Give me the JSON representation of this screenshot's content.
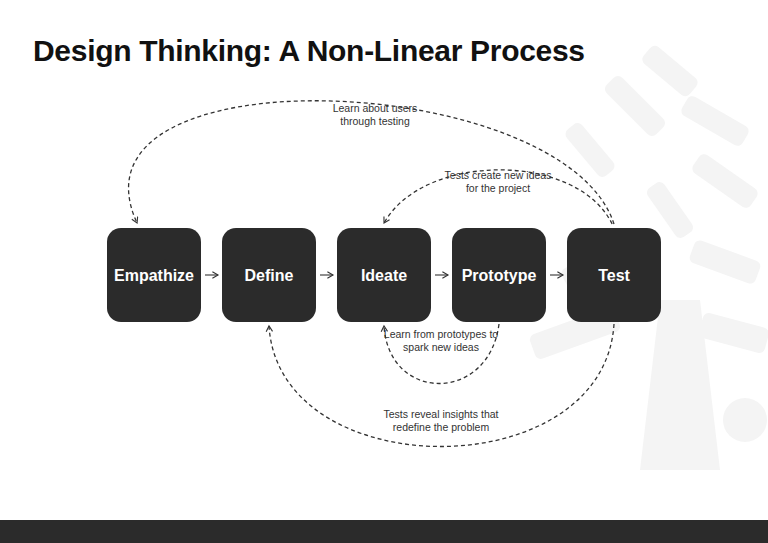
{
  "diagram": {
    "title": "Design Thinking: A Non-Linear Process",
    "nodes": [
      {
        "text": [
          "Empathize"
        ]
      },
      {
        "text": [
          "Define"
        ]
      },
      {
        "text": [
          "Ideate"
        ]
      },
      {
        "text": [
          "Prototype"
        ]
      },
      {
        "text": [
          "Test"
        ]
      }
    ],
    "edges": [
      {
        "from": 0,
        "to": 1,
        "arrow": "to"
      },
      {
        "from": 1,
        "to": 2,
        "arrow": "to"
      },
      {
        "from": 2,
        "to": 3,
        "arrow": "to"
      },
      {
        "from": 3,
        "to": 4,
        "arrow": "to"
      },
      {
        "from": 4,
        "to": 0,
        "label": "Learn about users through testing",
        "arrow": "to"
      },
      {
        "from": 4,
        "to": 2,
        "label": "Tests create new ideas for the project",
        "arrow": "to"
      },
      {
        "from": 3,
        "to": 2,
        "label": "Learn from prototypes to spark new ideas",
        "arrow": "to"
      },
      {
        "from": 4,
        "to": 1,
        "label": "Tests reveal insights that redefine the problem",
        "arrow": "to"
      }
    ]
  }
}
